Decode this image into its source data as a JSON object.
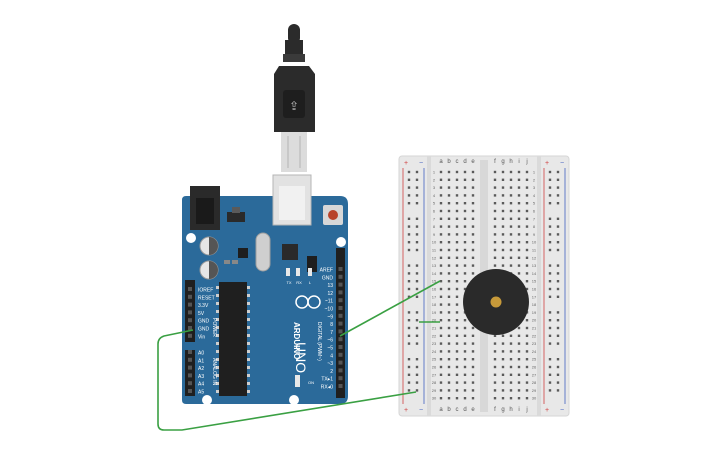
{
  "arduino": {
    "brand": "ARDUINO",
    "model": "UNO",
    "header_labels_power": [
      "IOREF",
      "RESET",
      "3.3V",
      "5V",
      "GND",
      "GND",
      "Vin"
    ],
    "power_section_label": "POWER",
    "header_labels_analog": [
      "A0",
      "A1",
      "A2",
      "A3",
      "A4",
      "A5"
    ],
    "analog_section_label": "ANALOG IN",
    "header_labels_digital": [
      "AREF",
      "GND",
      "13",
      "12",
      "~11",
      "~10",
      "~9",
      "8",
      "7",
      "~6",
      "~5",
      "4",
      "~3",
      "2",
      "TX▸1",
      "RX◂0"
    ],
    "digital_section_label": "DIGITAL (PWM~)",
    "led_labels": [
      "TX",
      "RX",
      "L"
    ],
    "on_label": "ON"
  },
  "breadboard": {
    "column_letters_left": [
      "a",
      "b",
      "c",
      "d",
      "e"
    ],
    "column_letters_right": [
      "f",
      "g",
      "h",
      "i",
      "j"
    ],
    "rail_plus": "+",
    "rail_minus": "−",
    "row_count": 30
  },
  "colors": {
    "board": "#2b6a9a",
    "board_dark": "#1f5580",
    "wire": "#3aa043",
    "buzzer": "#2a2a2a",
    "buzzer_center": "#c79a3a",
    "breadboard": "#e8e8e8",
    "usb_plug": "#2b2b2b",
    "reset_button": "#b8432a"
  },
  "components": {
    "buzzer_icon": "piezo-buzzer",
    "usb_icon": "usb-cable"
  }
}
